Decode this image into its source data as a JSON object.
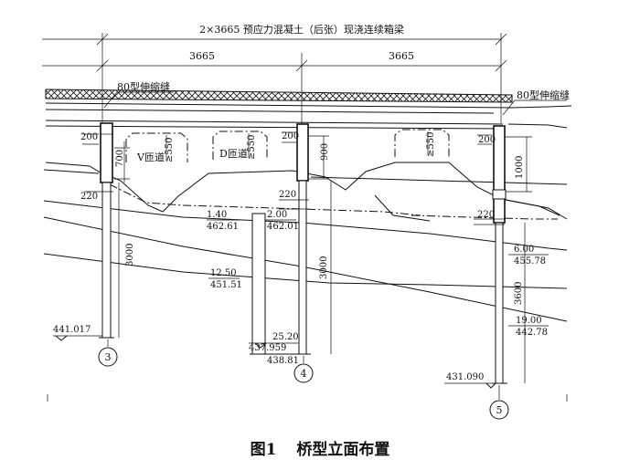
{
  "drawing": {
    "overall_dimension": "2×3665 预应力混凝土（后张）现浇连续箱梁",
    "spans": [
      "3665",
      "3665"
    ],
    "expansion_joints": [
      "80型伸缩缝",
      "80型伸缩缝"
    ],
    "lane_labels": [
      "V匝道",
      "D匝道"
    ],
    "vertical_dims": {
      "cap_200_a": "200",
      "cap_200_b": "200",
      "cap_200_c": "200",
      "clear_550_a": "≥550",
      "clear_550_b": "≥550",
      "clear_550_c": "≥550",
      "dim_700": "700",
      "dim_900": "900",
      "dim_1000": "1000",
      "dim_220_a": "220",
      "dim_220_b": "220",
      "dim_220_c": "220",
      "pile_3000_a": "3000",
      "pile_3000_b": "3000",
      "pile_3600": "3600"
    },
    "layer_labels": [
      {
        "id": "a",
        "depth": "1.40",
        "elev": "462.61"
      },
      {
        "id": "b",
        "depth": "2.00",
        "elev": "462.01"
      },
      {
        "id": "c",
        "depth": "12.50",
        "elev": "451.51"
      },
      {
        "id": "d",
        "depth": "6.00",
        "elev": "455.78"
      },
      {
        "id": "e",
        "depth": "19.00",
        "elev": "442.78"
      },
      {
        "id": "f",
        "depth": "25.20",
        "elev": "438.81"
      }
    ],
    "pile_tip_elevations": [
      "441.017",
      "437.959",
      "431.090"
    ],
    "piers": [
      "3",
      "4",
      "5"
    ]
  },
  "caption": {
    "number": "图1",
    "title": "桥型立面布置"
  }
}
